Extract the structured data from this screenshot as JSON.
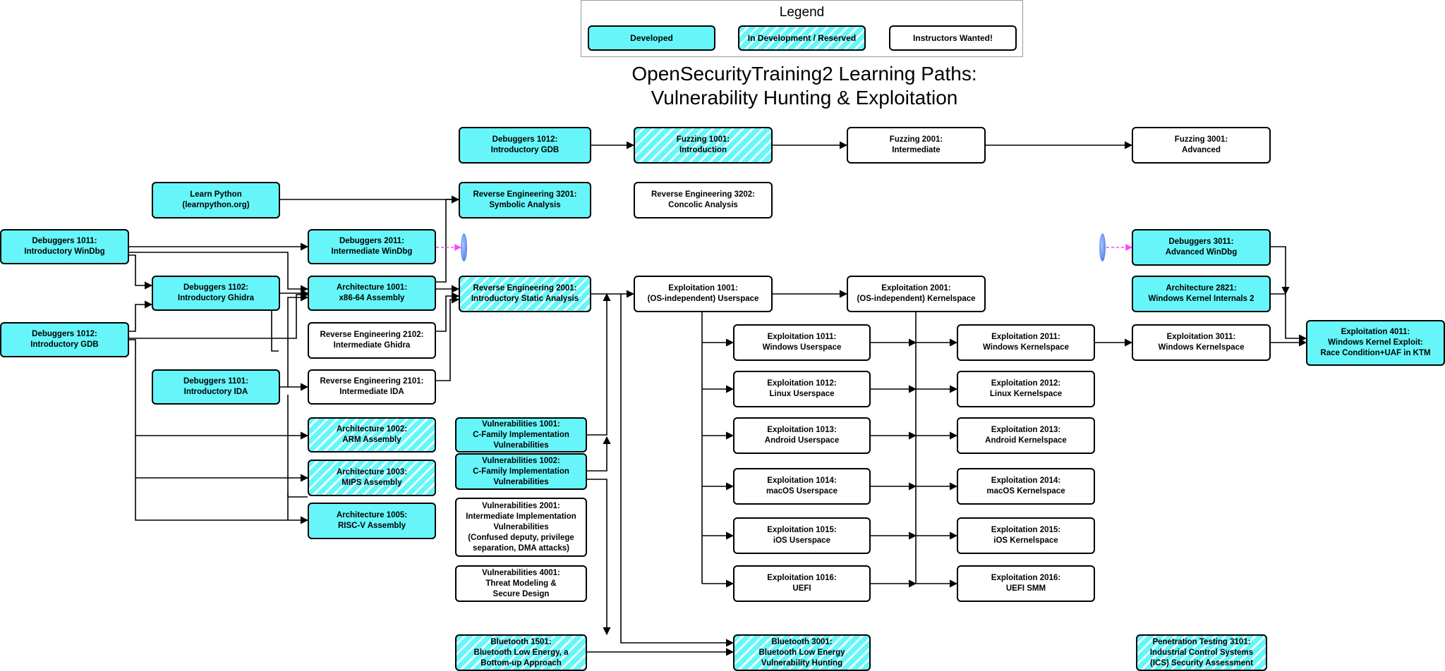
{
  "legend": {
    "title": "Legend",
    "items": [
      {
        "label": "Developed",
        "status": "developed"
      },
      {
        "label": "In Development / Reserved",
        "status": "indev"
      },
      {
        "label": "Instructors Wanted!",
        "status": "wanted"
      }
    ]
  },
  "title": {
    "line1": "OpenSecurityTraining2 Learning Paths:",
    "line2": "Vulnerability Hunting & Exploitation"
  },
  "colors": {
    "developed": "#66f6fa",
    "in_development": "#66f6fa",
    "wanted": "#ffffff",
    "edge": "#000000",
    "dashed_link": "#ff44ff",
    "oval": "#4a7cf0"
  },
  "nodes": [
    {
      "id": "dbg1011",
      "label": "Debuggers 1011:\nIntroductory WinDbg",
      "status": "developed"
    },
    {
      "id": "dbg1012a",
      "label": "Debuggers 1012:\nIntroductory GDB",
      "status": "developed"
    },
    {
      "id": "python",
      "label": "Learn Python\n(learnpython.org)",
      "status": "developed"
    },
    {
      "id": "dbg1102",
      "label": "Debuggers 1102:\nIntroductory Ghidra",
      "status": "developed"
    },
    {
      "id": "dbg1101",
      "label": "Debuggers 1101:\nIntroductory IDA",
      "status": "developed"
    },
    {
      "id": "dbg2011",
      "label": "Debuggers 2011:\nIntermediate WinDbg",
      "status": "developed"
    },
    {
      "id": "arch1001",
      "label": "Architecture 1001:\nx86-64 Assembly",
      "status": "developed"
    },
    {
      "id": "re2102",
      "label": "Reverse Engineering 2102:\nIntermediate Ghidra",
      "status": "wanted"
    },
    {
      "id": "re2101",
      "label": "Reverse Engineering 2101:\nIntermediate IDA",
      "status": "wanted"
    },
    {
      "id": "arch1002",
      "label": "Architecture 1002:\nARM Assembly",
      "status": "indev"
    },
    {
      "id": "arch1003",
      "label": "Architecture 1003:\nMIPS Assembly",
      "status": "indev"
    },
    {
      "id": "arch1005",
      "label": "Architecture 1005:\nRISC-V Assembly",
      "status": "developed"
    },
    {
      "id": "dbg1012b",
      "label": "Debuggers 1012:\nIntroductory GDB",
      "status": "developed"
    },
    {
      "id": "re3201",
      "label": "Reverse Engineering 3201:\nSymbolic Analysis",
      "status": "developed"
    },
    {
      "id": "re2001",
      "label": "Reverse Engineering 2001:\nIntroductory Static Analysis",
      "status": "indev"
    },
    {
      "id": "vuln1001",
      "label": "Vulnerabilities 1001:\nC-Family Implementation\nVulnerabilities",
      "status": "developed"
    },
    {
      "id": "vuln1002",
      "label": "Vulnerabilities 1002:\nC-Family Implementation\nVulnerabilities",
      "status": "developed"
    },
    {
      "id": "vuln2001",
      "label": "Vulnerabilities 2001:\nIntermediate Implementation\nVulnerabilities\n(Confused deputy, privilege\nseparation, DMA attacks)",
      "status": "wanted"
    },
    {
      "id": "vuln4001",
      "label": "Vulnerabilities 4001:\nThreat Modeling &\nSecure Design",
      "status": "wanted"
    },
    {
      "id": "bt1501",
      "label": "Bluetooth 1501:\nBluetooth Low Energy, a\nBottom-up Approach",
      "status": "indev"
    },
    {
      "id": "fuzz1001",
      "label": "Fuzzing 1001:\nIntroduction",
      "status": "indev"
    },
    {
      "id": "re3202",
      "label": "Reverse Engineering 3202:\nConcolic Analysis",
      "status": "wanted"
    },
    {
      "id": "exp1001",
      "label": "Exploitation 1001:\n(OS-independent) Userspace",
      "status": "wanted"
    },
    {
      "id": "exp1011",
      "label": "Exploitation 1011:\nWindows Userspace",
      "status": "wanted"
    },
    {
      "id": "exp1012",
      "label": "Exploitation 1012:\nLinux Userspace",
      "status": "wanted"
    },
    {
      "id": "exp1013",
      "label": "Exploitation 1013:\nAndroid Userspace",
      "status": "wanted"
    },
    {
      "id": "exp1014",
      "label": "Exploitation 1014:\nmacOS Userspace",
      "status": "wanted"
    },
    {
      "id": "exp1015",
      "label": "Exploitation 1015:\niOS Userspace",
      "status": "wanted"
    },
    {
      "id": "exp1016",
      "label": "Exploitation 1016:\nUEFI",
      "status": "wanted"
    },
    {
      "id": "bt3001",
      "label": "Bluetooth 3001:\nBluetooth Low Energy\nVulnerability Hunting",
      "status": "indev"
    },
    {
      "id": "fuzz2001",
      "label": "Fuzzing 2001:\nIntermediate",
      "status": "wanted"
    },
    {
      "id": "exp2001",
      "label": "Exploitation 2001:\n(OS-independent) Kernelspace",
      "status": "wanted"
    },
    {
      "id": "exp2011",
      "label": "Exploitation 2011:\nWindows Kernelspace",
      "status": "wanted"
    },
    {
      "id": "exp2012",
      "label": "Exploitation 2012:\nLinux Kernelspace",
      "status": "wanted"
    },
    {
      "id": "exp2013",
      "label": "Exploitation 2013:\nAndroid Kernelspace",
      "status": "wanted"
    },
    {
      "id": "exp2014",
      "label": "Exploitation 2014:\nmacOS Kernelspace",
      "status": "wanted"
    },
    {
      "id": "exp2015",
      "label": "Exploitation 2015:\niOS Kernelspace",
      "status": "wanted"
    },
    {
      "id": "exp2016",
      "label": "Exploitation 2016:\nUEFI SMM",
      "status": "wanted"
    },
    {
      "id": "fuzz3001",
      "label": "Fuzzing 3001:\nAdvanced",
      "status": "wanted"
    },
    {
      "id": "dbg3011",
      "label": "Debuggers 3011:\nAdvanced WinDbg",
      "status": "developed"
    },
    {
      "id": "arch2821",
      "label": "Architecture 2821:\nWindows Kernel Internals 2",
      "status": "developed"
    },
    {
      "id": "exp3011",
      "label": "Exploitation 3011:\nWindows Kernelspace",
      "status": "wanted"
    },
    {
      "id": "exp4011",
      "label": "Exploitation 4011:\nWindows Kernel Exploit:\nRace Condition+UAF in KTM",
      "status": "developed"
    },
    {
      "id": "pen3101",
      "label": "Penetration Testing 3101:\nIndustrial Control Systems\n(ICS) Security Assessment",
      "status": "indev"
    }
  ]
}
